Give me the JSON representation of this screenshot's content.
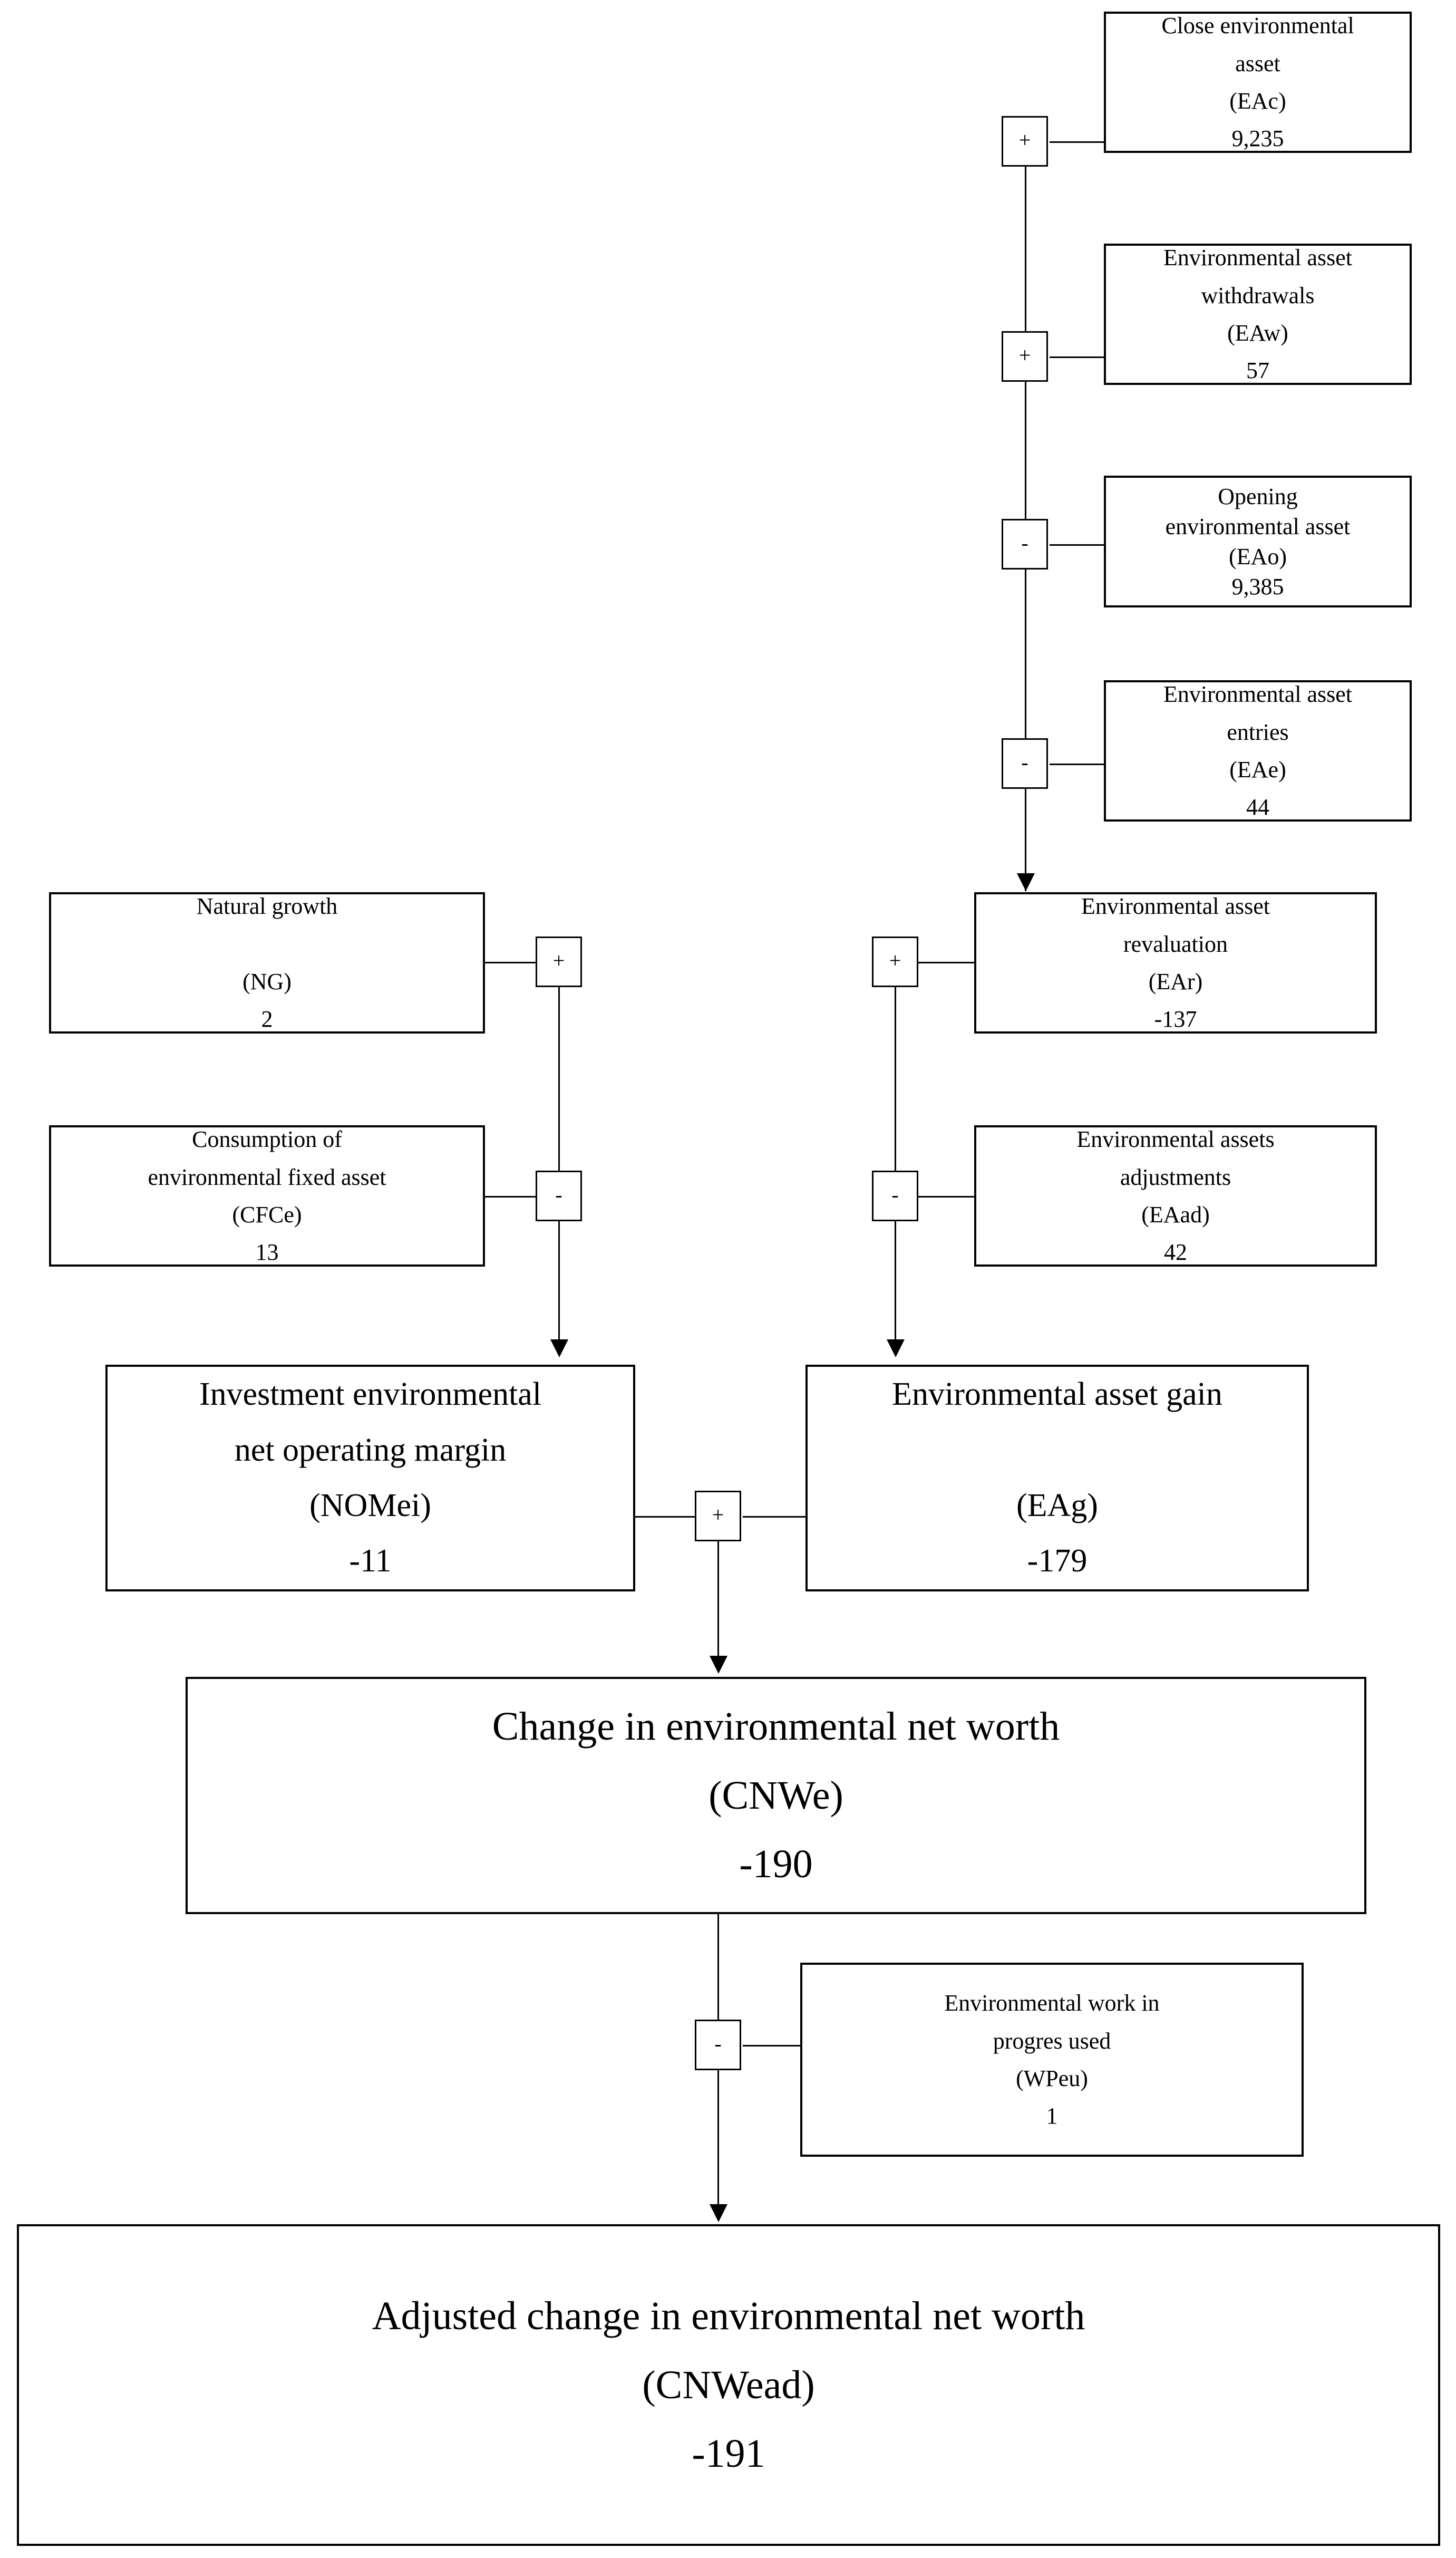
{
  "diagram": {
    "title": "Environmental net worth calculation flow",
    "line_color": "#000000",
    "background_color": "#ffffff"
  },
  "nodes": [
    {
      "id": "EAc",
      "name": "close-environmental-asset",
      "lines": [
        "Close environmental",
        "asset",
        "(EAc)",
        "9,235"
      ],
      "label": "Close environmental asset",
      "code": "(EAc)",
      "value": "9,235"
    },
    {
      "id": "EAw",
      "name": "environmental-asset-withdrawals",
      "lines": [
        "Environmental asset",
        "withdrawals",
        "(EAw)",
        "57"
      ],
      "label": "Environmental asset withdrawals",
      "code": "(EAw)",
      "value": "57"
    },
    {
      "id": "EAo",
      "name": "opening-environmental-asset",
      "lines": [
        "Opening",
        "environmental asset",
        "(EAo)",
        "9,385"
      ],
      "label": "Opening environmental asset",
      "code": "(EAo)",
      "value": "9,385"
    },
    {
      "id": "EAe",
      "name": "environmental-asset-entries",
      "lines": [
        "Environmental asset",
        "entries",
        "(EAe)",
        "44"
      ],
      "label": "Environmental asset entries",
      "code": "(EAe)",
      "value": "44"
    },
    {
      "id": "EAr",
      "name": "environmental-asset-revaluation",
      "lines": [
        "Environmental asset",
        "revaluation",
        "(EAr)",
        "-137"
      ],
      "label": "Environmental asset revaluation",
      "code": "(EAr)",
      "value": "-137"
    },
    {
      "id": "EAad",
      "name": "environmental-assets-adjustments",
      "lines": [
        "Environmental assets",
        "adjustments",
        "(EAad)",
        "42"
      ],
      "label": "Environmental assets adjustments",
      "code": "(EAad)",
      "value": "42"
    },
    {
      "id": "NG",
      "name": "natural-growth",
      "lines": [
        "Natural growth",
        "(NG)",
        "2"
      ],
      "label": "Natural growth",
      "code": "(NG)",
      "value": "2"
    },
    {
      "id": "CFCe",
      "name": "consumption-of-environmental-fixed-asset",
      "lines": [
        "Consumption of",
        "environmental fixed asset",
        "(CFCe)",
        "13"
      ],
      "label": "Consumption of environmental fixed asset",
      "code": "(CFCe)",
      "value": "13"
    },
    {
      "id": "NOMei",
      "name": "investment-environmental-net-operating-margin",
      "lines": [
        "Investment environmental",
        "net operating margin",
        "(NOMei)",
        "-11"
      ],
      "label": "Investment environmental net operating margin",
      "code": "(NOMei)",
      "value": "-11"
    },
    {
      "id": "EAg",
      "name": "environmental-asset-gain",
      "lines": [
        "Environmental asset gain",
        "(EAg)",
        "-179"
      ],
      "label": "Environmental asset gain",
      "code": "(EAg)",
      "value": "-179"
    },
    {
      "id": "CNWe",
      "name": "change-in-environmental-net-worth",
      "lines": [
        "Change in environmental net worth",
        "(CNWe)",
        "-190"
      ],
      "label": "Change in environmental net worth",
      "code": "(CNWe)",
      "value": "-190"
    },
    {
      "id": "WPeu",
      "name": "environmental-work-in-progres-used",
      "lines": [
        "Environmental work in",
        "progres used",
        "(WPeu)",
        "1"
      ],
      "label": "Environmental work in progres used",
      "code": "(WPeu)",
      "value": "1"
    },
    {
      "id": "CNWead",
      "name": "adjusted-change-in-environmental-net-worth",
      "lines": [
        "Adjusted change in environmental net worth",
        "(CNWead)",
        "-191"
      ],
      "label": "Adjusted change in environmental net worth",
      "code": "(CNWead)",
      "value": "-191"
    }
  ],
  "operators": [
    {
      "id": "op-eac",
      "name": "operator-plus-eac",
      "symbol": "+",
      "applies_to": "EAc"
    },
    {
      "id": "op-eaw",
      "name": "operator-plus-eaw",
      "symbol": "+",
      "applies_to": "EAw"
    },
    {
      "id": "op-eao",
      "name": "operator-minus-eao",
      "symbol": "-",
      "applies_to": "EAo"
    },
    {
      "id": "op-eae",
      "name": "operator-minus-eae",
      "symbol": "-",
      "applies_to": "EAe"
    },
    {
      "id": "op-ng",
      "name": "operator-plus-ng",
      "symbol": "+",
      "applies_to": "NG"
    },
    {
      "id": "op-cfce",
      "name": "operator-minus-cfce",
      "symbol": "-",
      "applies_to": "CFCe"
    },
    {
      "id": "op-ear",
      "name": "operator-plus-ear",
      "symbol": "+",
      "applies_to": "EAr"
    },
    {
      "id": "op-eaad",
      "name": "operator-minus-eaad",
      "symbol": "-",
      "applies_to": "EAad"
    },
    {
      "id": "op-sum",
      "name": "operator-plus-sum",
      "symbol": "+",
      "applies_to": "CNWe"
    },
    {
      "id": "op-wpeu",
      "name": "operator-minus-wpeu",
      "symbol": "-",
      "applies_to": "WPeu"
    }
  ]
}
